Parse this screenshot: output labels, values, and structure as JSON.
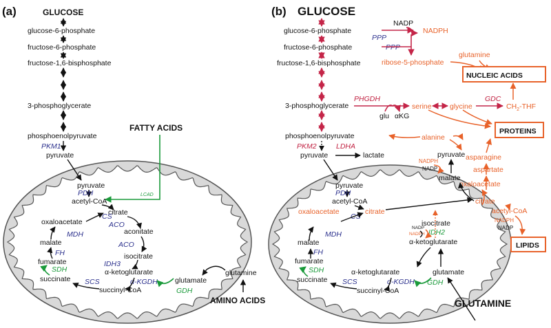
{
  "panel_a": {
    "label": "(a)",
    "glucose": "GLUCOSE",
    "g6p": "glucose-6-phosphate",
    "f6p": "fructose-6-phosphate",
    "f16bp": "fructose-1,6-bisphosphate",
    "pg3": "3-phosphoglycerate",
    "pep": "phosphoenolpyruvate",
    "pkm1": "PKM1",
    "pyruvate": "pyruvate",
    "fatty_acids": "FATTY ACIDS",
    "lcad": "LCAD",
    "mito": {
      "pyruvate": "pyruvate",
      "pdh": "PDH",
      "acetyl_coa": "acetyl-CoA",
      "citrate": "citrate",
      "cs": "CS",
      "oxaloacetate": "oxaloacetate",
      "aco1": "ACO",
      "aconitate": "aconitate",
      "mdh": "MDH",
      "malate": "malate",
      "aco2": "ACO",
      "fh": "FH",
      "fumarate": "fumarate",
      "isocitrate": "isocitrate",
      "sdh": "SDH",
      "idh3": "IDH3",
      "akg": "α-ketoglutarate",
      "glutamate": "glutamate",
      "succinate": "succinate",
      "scs": "SCS",
      "akgdh": "α-KGDH",
      "gdh": "GDH",
      "succinyl_coa": "succinyl-CoA"
    },
    "glutamine": "glutamine",
    "amino_acids": "AMINO ACIDS"
  },
  "panel_b": {
    "label": "(b)",
    "glucose": "GLUCOSE",
    "g6p": "glucose-6-phosphate",
    "f6p": "fructose-6-phosphate",
    "f16bp": "fructose-1,6-bisphosphate",
    "pg3": "3-phosphoglycerate",
    "pep": "phosphoenolpyruvate",
    "pkm2": "PKM2",
    "ldha": "LDHA",
    "pyruvate": "pyruvate",
    "lactate": "lactate",
    "nadp": "NADP",
    "nadph": "NADPH",
    "ppp1": "PPP",
    "ppp2": "PPP",
    "r5p": "ribose-5-phosphate",
    "glutamine_top": "glutamine",
    "nucleic_acids": "NUCLEIC ACIDS",
    "phgdh": "PHGDH",
    "serine": "serine",
    "glycine": "glycine",
    "gdc": "GDC",
    "ch2thf": "CH",
    "ch2thf_sub": "2",
    "ch2thf_end": "-THF",
    "glu": "glu",
    "akg_short": "αKG",
    "proteins": "PROTEINS",
    "alanine": "alanine",
    "asparagine": "asparagine",
    "aspartate": "aspartate",
    "oxaloacetate_cyto": "oxaloacetate",
    "nadph_c": "NADPH",
    "nadp_c": "NADP",
    "pyruvate_c": "pyruvate",
    "malate_c": "malate",
    "citrate_c": "citrate",
    "acetyl_coa_c": "acetyl-CoA",
    "nadph_l": "NADPH",
    "nadp_l": "NADP",
    "lipids": "LIPIDS",
    "mito": {
      "pyruvate": "pyruvate",
      "pdh": "PDH",
      "acetyl_coa": "acetyl-CoA",
      "oxaloacetate": "oxaloacetate",
      "citrate": "citrate",
      "cs": "CS",
      "isocitrate": "isocitrate",
      "nadp": "NADP",
      "nadph": "NADPH",
      "idh2": "IDH2",
      "mdh": "MDH",
      "malate": "malate",
      "akg": "α-ketoglutarate",
      "fh": "FH",
      "fumarate": "fumarate",
      "sdh": "SDH",
      "akg2": "α-ketoglutarate",
      "glutamate": "glutamate",
      "succinate": "succinate",
      "scs": "SCS",
      "akgdh": "α-KGDH",
      "gdh": "GDH",
      "succinyl_coa": "succinyl-CoA"
    },
    "glutamine_bottom": "GLUTAMINE"
  }
}
